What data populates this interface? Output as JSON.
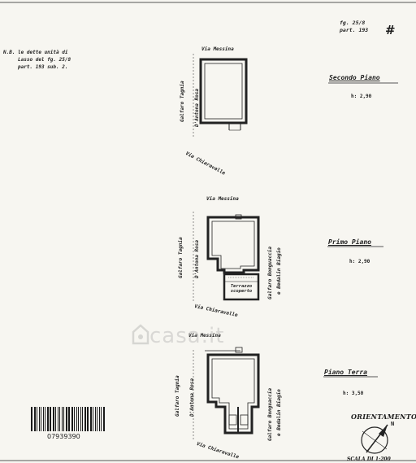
{
  "annotations": {
    "note": "N.B. le dette unità di\n     Lasso del fg. 25/8\n     part. 193 sub. 2.",
    "ref": "fg. 25/8\npart. 193",
    "signature": "#"
  },
  "floors": [
    {
      "title": "Secondo Piano",
      "height": "h: 2,90"
    },
    {
      "title": "Primo Piano",
      "height": "h: 2,90"
    },
    {
      "title": "Piano Terra",
      "height": "h: 3,50"
    }
  ],
  "streets": {
    "top_1": "Via Messina",
    "diag_1": "Via Chiaravalle",
    "top_2": "Via Messina",
    "diag_2": "Via Chiaravalle",
    "top_3": "Via Messina",
    "diag_3": "Via Chiaravalle"
  },
  "neighbours": {
    "left_1a": "Galfaro Tagnia",
    "left_1b": "D'Antona Rosa",
    "left_2a": "Galfaro Tagnia",
    "left_2b": "D'Antona Rosa",
    "right_2a": "Galfaro Bonguaccia",
    "right_2b": "e Bedalin Biagio",
    "left_3a": "Galfaro Tagnia",
    "left_3b": "D'Antona Rosa",
    "right_3a": "Galfaro Bonguaccia",
    "right_3b": "e Bedalin Biagio"
  },
  "rooms": {
    "terrace": "Terrazzo\nscoperto"
  },
  "compass": {
    "title": "ORIENTAMENTO",
    "north": "N",
    "scale": "SCALA DI 1:200"
  },
  "barcode": {
    "number": "07939390"
  },
  "watermark": {
    "text": "casa.it"
  }
}
